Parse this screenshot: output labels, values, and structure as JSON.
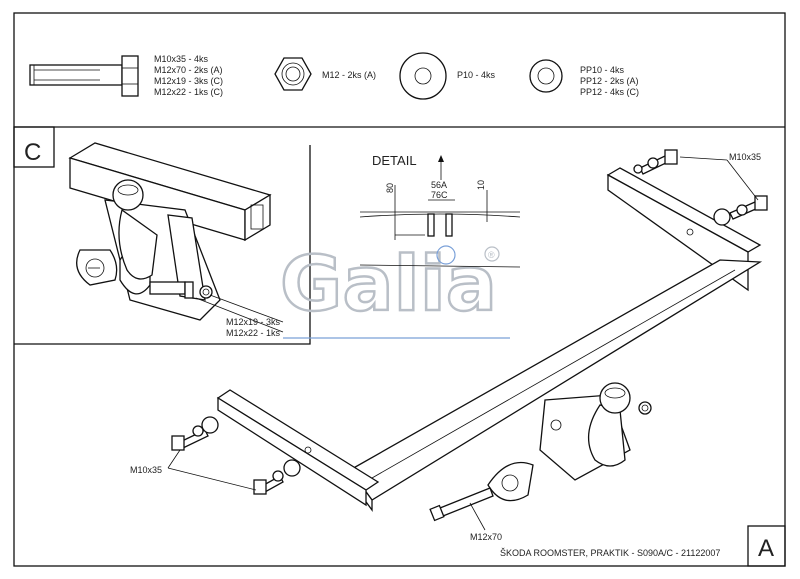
{
  "parts_legend": {
    "bolt": [
      "M10x35 - 4ks",
      "M12x70 - 2ks (A)",
      "M12x19 - 3ks (C)",
      "M12x22 - 1ks (C)"
    ],
    "nut": "M12 - 2ks (A)",
    "washer_large": "P10 - 4ks",
    "washer_small": [
      "PP10 - 4ks",
      "PP12 - 2ks (A)",
      "PP12 - 4ks (C)"
    ]
  },
  "view_c": {
    "letter": "C",
    "callout_lines": [
      "M12x19 - 3ks",
      "M12x22 - 1ks"
    ]
  },
  "detail": {
    "title": "DETAIL",
    "dim_left": "80",
    "dim_top1": "56A",
    "dim_top2": "76C",
    "dim_right": "10"
  },
  "watermark": {
    "text": "Galia",
    "registered": "®"
  },
  "main": {
    "letter": "A",
    "callout_top_right": "M10x35",
    "callout_left": "M10x35",
    "callout_bottom": "M12x70",
    "footer": "ŠKODA ROOMSTER, PRAKTIK - S090A/C - 21122007"
  },
  "colors": {
    "line": "#111111",
    "watermark": "#b9bfc7",
    "accent_line": "#7aa0d8"
  }
}
